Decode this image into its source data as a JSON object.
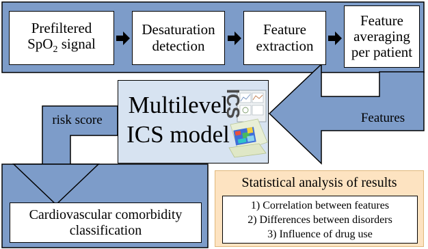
{
  "pipeline": {
    "steps": [
      {
        "label": "Prefiltered",
        "label2_prefix": "SpO",
        "label2_sub": "2",
        "label2_suffix": " signal"
      },
      {
        "label": "Desaturation",
        "label2": "detection"
      },
      {
        "label": "Feature",
        "label2": "extraction"
      },
      {
        "label": "Feature",
        "label2": "averaging",
        "label3": "per patient"
      }
    ]
  },
  "flow_labels": {
    "features": "Features",
    "risk_score": "risk score"
  },
  "model": {
    "line1": "Multilevel",
    "line2": "ICS model",
    "thumbnail_text": "ICS"
  },
  "classification": {
    "line1": "Cardiovascular comorbidity",
    "line2": "classification"
  },
  "statistics": {
    "title": "Statistical analysis of results",
    "items": [
      "1) Correlation between features",
      "2) Differences between disorders",
      "3) Influence of drug use"
    ]
  },
  "colors": {
    "panel_blue": "#7d9cc9",
    "model_blue": "#d7e3f1",
    "stats_orange": "#fde3c1"
  }
}
